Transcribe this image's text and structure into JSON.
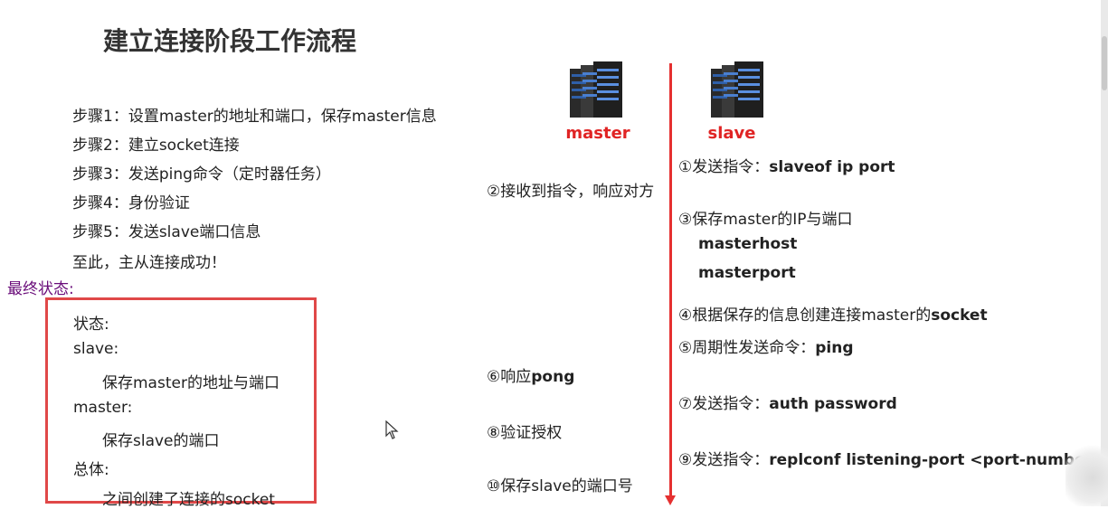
{
  "title": "建立连接阶段工作流程",
  "steps": [
    "步骤1：设置master的地址和端口，保存master信息",
    "步骤2：建立socket连接",
    "步骤3：发送ping命令（定时器任务）",
    "步骤4：身份验证",
    "步骤5：发送slave端口信息",
    "至此，主从连接成功！"
  ],
  "final_state": {
    "label": "最终状态:",
    "lines": [
      "状态:",
      "slave:",
      "保存master的地址与端口",
      "master:",
      "保存slave的端口",
      "总体:",
      "之间创建了连接的socket"
    ]
  },
  "servers": {
    "master_label": "master",
    "slave_label": "slave"
  },
  "master_actions": [
    "②接收到指令，响应对方",
    "⑥响应",
    "pong",
    "⑧验证授权",
    "⑩保存slave的端口号"
  ],
  "slave_actions": {
    "a1_prefix": "①发送指令：",
    "a1_cmd": "slaveof  ip  port",
    "a3_prefix": "③保存master的IP与端口",
    "a3_host": "masterhost",
    "a3_port": "masterport",
    "a4_prefix": "④根据保存的信息创建连接master的",
    "a4_socket": "socket",
    "a5_prefix": "⑤周期性发送命令：",
    "a5_cmd": "ping",
    "a7_prefix": "⑦发送指令：",
    "a7_cmd": "auth  password",
    "a9_prefix": "⑨发送指令：",
    "a9_cmd": "replconf listening-port <port-number>"
  },
  "colors": {
    "accent_red": "#e53030",
    "label_red": "#e02424",
    "final_label": "#6a0d7a"
  },
  "icons": [
    "server-rack-icon",
    "mouse-cursor-icon"
  ]
}
